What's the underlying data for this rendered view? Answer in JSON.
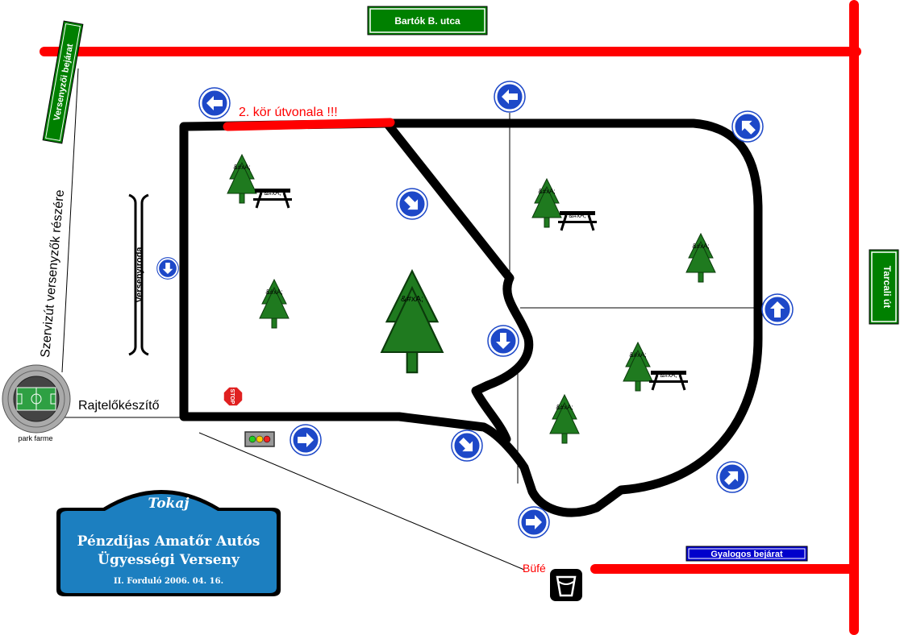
{
  "streets": {
    "bartok": "Bartók B. utca",
    "tarcali": "Tarcali út",
    "gyalogos": "Gyalogos bejárat",
    "versenyzoi": "Versenyzői bejárat"
  },
  "labels": {
    "second_lap": "2. kör útvonala !!!",
    "service_road": "Szervizút versenyzők részére",
    "start_prep": "Rajtelőkészítő",
    "race_office": "Versenyiroda",
    "park": "park farme",
    "buffet": "Büfé",
    "stop": "STOP"
  },
  "tree_text": "&#xA;",
  "banner": {
    "town": "Tokaj",
    "line1": "Pénzdíjas Amatőr Autós",
    "line2": "Ügyességi Verseny",
    "line3": "II. Forduló 2006. 04. 16."
  },
  "colors": {
    "road_red": "#ff0000",
    "street_green": "#008000",
    "pedestrian_blue": "#0000cc",
    "sign_blue": "#1d48c8",
    "banner_blue": "#1c7fc0",
    "tree_green": "#1f7a1f",
    "trunk_brown": "#7a1a1a"
  },
  "icons": [
    "arrow-left-sign",
    "arrow-right-sign",
    "arrow-down-sign",
    "arrow-up-sign",
    "arrow-diagonal-sign",
    "picnic-table-icon",
    "tree-icon",
    "stadium-icon",
    "traffic-light-icon",
    "stop-sign-icon",
    "cup-icon"
  ]
}
